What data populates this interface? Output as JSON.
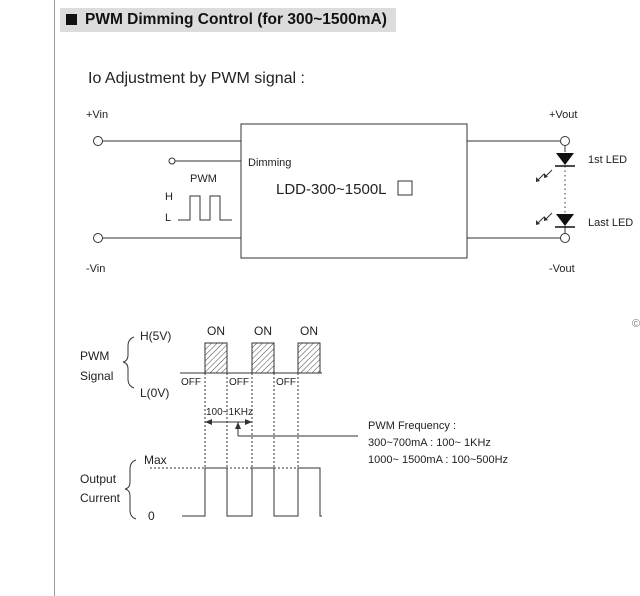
{
  "header": {
    "title": "PWM Dimming Control (for 300~1500mA)"
  },
  "diagram": {
    "subtitle": "Io Adjustment by PWM signal :",
    "terminals": {
      "vin_plus": "+Vin",
      "vin_minus": "-Vin",
      "vout_plus": "+Vout",
      "vout_minus": "-Vout"
    },
    "module": {
      "dimming_label": "Dimming",
      "model": "LDD-300~1500L"
    },
    "pwm_input": {
      "label": "PWM",
      "high": "H",
      "low": "L"
    },
    "leds": {
      "first": "1st LED",
      "last": "Last LED"
    }
  },
  "timing": {
    "pwm_signal_label_1": "PWM",
    "pwm_signal_label_2": "Signal",
    "high_label": "H(5V)",
    "low_label": "L(0V)",
    "on_label": "ON",
    "off_label": "OFF",
    "period_label": "100~1KHz",
    "frequency_title": "PWM Frequency :",
    "frequency_line_1": "300~700mA : 100~ 1KHz",
    "frequency_line_2": "1000~ 1500mA : 100~500Hz",
    "output_label_1": "Output",
    "output_label_2": "Current",
    "max_label": "Max",
    "zero_label": "0"
  },
  "footer": {
    "mark": "©"
  }
}
